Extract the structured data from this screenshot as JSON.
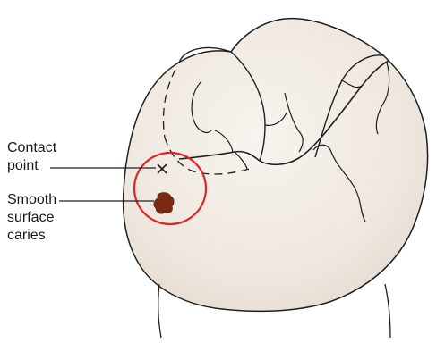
{
  "labels": {
    "contact_point": [
      "Contact",
      "point"
    ],
    "smooth_surface_caries": [
      "Smooth",
      "surface",
      "caries"
    ]
  },
  "colors": {
    "tooth_fill": "#efe9e2",
    "outline": "#1f1f1f",
    "highlight_circle": "#e02424",
    "caries": "#7a2a14",
    "leader_line": "#1f1f1f",
    "text": "#1a1a1a"
  },
  "markers": {
    "contact_point_marker": "x-mark",
    "caries_marker": "caries-lesion"
  }
}
